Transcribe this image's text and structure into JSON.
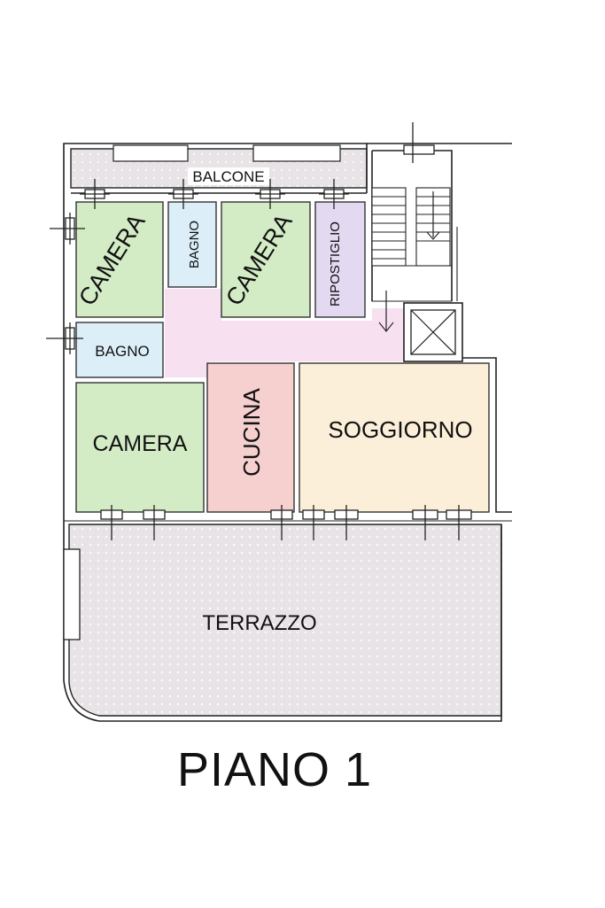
{
  "floor_title": "PIANO 1",
  "rooms": {
    "balcone": "BALCONE",
    "camera_top_left": "CAMERA",
    "bagno_top": "BAGNO",
    "camera_top_mid": "CAMERA",
    "ripostiglio": "RIPOSTIGLIO",
    "bagno_left": "BAGNO",
    "camera_bottom": "CAMERA",
    "cucina": "CUCINA",
    "soggiorno": "SOGGIORNO",
    "terrazzo": "TERRAZZO"
  },
  "colors": {
    "camera": "#d3ecc5",
    "bagno": "#dceef7",
    "ripostiglio": "#e3d9f1",
    "corridoio": "#f7e0f0",
    "cucina": "#f6cfcf",
    "soggiorno": "#fcefd9",
    "terrace": "#e8e3e6"
  }
}
